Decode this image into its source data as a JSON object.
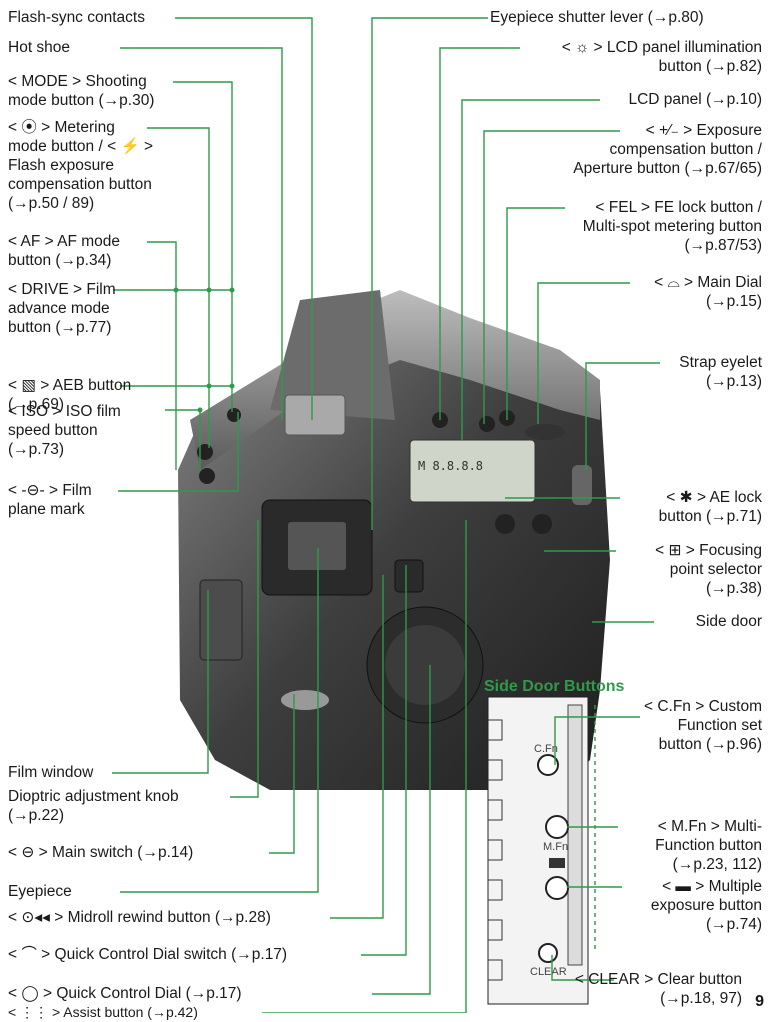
{
  "left_labels": [
    {
      "name": "flash-sync-contacts",
      "text": "Flash-sync contacts"
    },
    {
      "name": "hot-shoe",
      "text": "Hot shoe"
    },
    {
      "name": "mode-button",
      "text": "< MODE > Shooting\nmode button (→p.30)"
    },
    {
      "name": "metering-mode-button",
      "text": "< ⦿ > Metering\nmode button / < ⚡ >\nFlash exposure\ncompensation button\n(→p.50 / 89)"
    },
    {
      "name": "af-mode-button",
      "text": "< AF > AF mode\nbutton (→p.34)"
    },
    {
      "name": "drive-button",
      "text": "< DRIVE > Film\nadvance mode\nbutton (→p.77)"
    },
    {
      "name": "aeb-button",
      "text": "< ▧ > AEB button\n(→p.69)"
    },
    {
      "name": "iso-button",
      "text": "< ISO > ISO film\nspeed button\n(→p.73)"
    },
    {
      "name": "film-plane-mark",
      "text": "< -⊖- > Film\nplane mark"
    },
    {
      "name": "film-window",
      "text": "Film window"
    },
    {
      "name": "dioptric-knob",
      "text": "Dioptric adjustment knob\n(→p.22)"
    },
    {
      "name": "main-switch",
      "text": "< ⊖ > Main switch (→p.14)"
    },
    {
      "name": "eyepiece",
      "text": "Eyepiece"
    },
    {
      "name": "midroll-rewind-button",
      "text": "< ⊙◂◂ > Midroll rewind button (→p.28)"
    },
    {
      "name": "qcd-switch",
      "text": "< ⌒ > Quick Control Dial switch (→p.17)"
    },
    {
      "name": "quick-control-dial",
      "text": "< ◯ > Quick Control Dial (→p.17)"
    },
    {
      "name": "assist-button",
      "text": "< ⋮⋮ > Assist button (→p.42)"
    }
  ],
  "right_labels": [
    {
      "name": "eyepiece-shutter-lever",
      "text": "Eyepiece shutter lever (→p.80)"
    },
    {
      "name": "lcd-illumination-button",
      "text": "< ☼ > LCD panel illumination\nbutton (→p.82)"
    },
    {
      "name": "lcd-panel",
      "text": "LCD panel (→p.10)"
    },
    {
      "name": "exposure-comp-button",
      "text": "< +⁄₋ > Exposure\ncompensation button /\nAperture button (→p.67/65)"
    },
    {
      "name": "fe-lock-button",
      "text": "< FEL > FE lock button /\nMulti-spot metering button\n(→p.87/53)"
    },
    {
      "name": "main-dial",
      "text": "< ⌓ > Main Dial\n(→p.15)"
    },
    {
      "name": "strap-eyelet",
      "text": "Strap eyelet\n(→p.13)"
    },
    {
      "name": "ae-lock-button",
      "text": "< ✱ > AE lock\nbutton (→p.71)"
    },
    {
      "name": "focusing-point-selector",
      "text": "< ⊞ > Focusing\npoint selector\n(→p.38)"
    },
    {
      "name": "side-door",
      "text": "Side door"
    }
  ],
  "side_door": {
    "heading": "Side Door Buttons",
    "labels": [
      {
        "name": "custom-function-button",
        "text": "< C.Fn > Custom\nFunction set\nbutton (→p.96)"
      },
      {
        "name": "multi-function-button",
        "text": "< M.Fn > Multi-\nFunction button\n(→p.23, 112)"
      },
      {
        "name": "multiple-exposure-button",
        "text": "< ▬ > Multiple\nexposure button\n(→p.74)"
      },
      {
        "name": "clear-button",
        "text": "< CLEAR > Clear button\n(→p.18, 97)"
      }
    ],
    "panel_texts": {
      "cfn": "C.Fn",
      "mfn": "M.Fn",
      "clear": "CLEAR"
    }
  },
  "camera_marks": {
    "lcd": "M 8.8.8.8",
    "shoe": ""
  },
  "page_number": "9"
}
